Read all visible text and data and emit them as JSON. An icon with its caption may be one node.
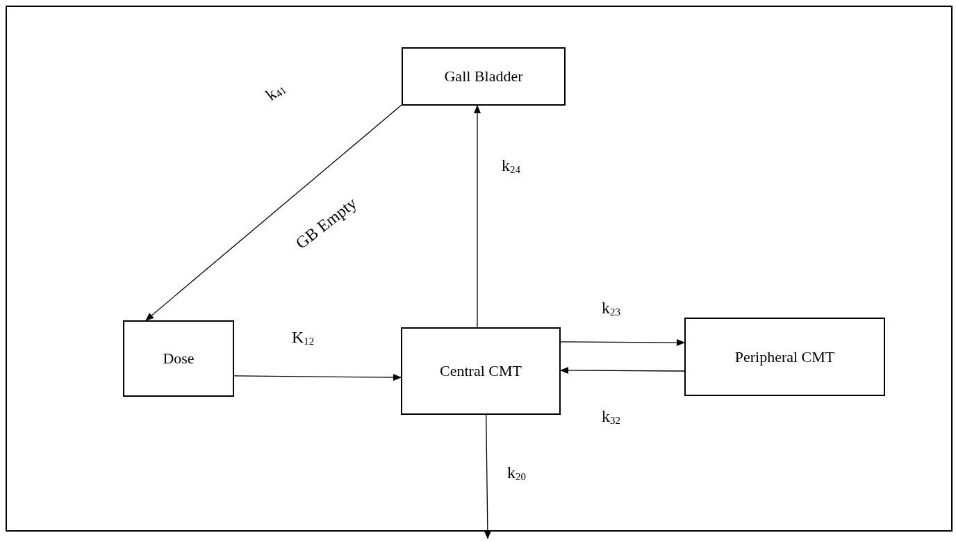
{
  "diagram": {
    "nodes": [
      {
        "text": [
          "Gall Bladder"
        ]
      },
      {
        "text": [
          "Dose"
        ]
      },
      {
        "text": [
          "Central CMT"
        ]
      },
      {
        "text": [
          "Peripheral CMT"
        ]
      }
    ],
    "edges": [
      {
        "from": 0,
        "to": 1,
        "arrow": "to",
        "label": "k$_{41}$"
      },
      {
        "from": 2,
        "to": 0,
        "arrow": "to",
        "label": "k$_{24}$"
      },
      {
        "from": 1,
        "to": 2,
        "arrow": "to",
        "label": "K$_{12}$"
      },
      {
        "from": 2,
        "to": 3,
        "arrow": "to",
        "label": "k$_{23}$"
      },
      {
        "from": 3,
        "to": 2,
        "arrow": "to",
        "label": "k$_{32}$"
      },
      {
        "from": 2,
        "to": null,
        "arrow": "to",
        "label": "k$_{20}$"
      }
    ],
    "labels": [
      "GB Empty"
    ]
  }
}
